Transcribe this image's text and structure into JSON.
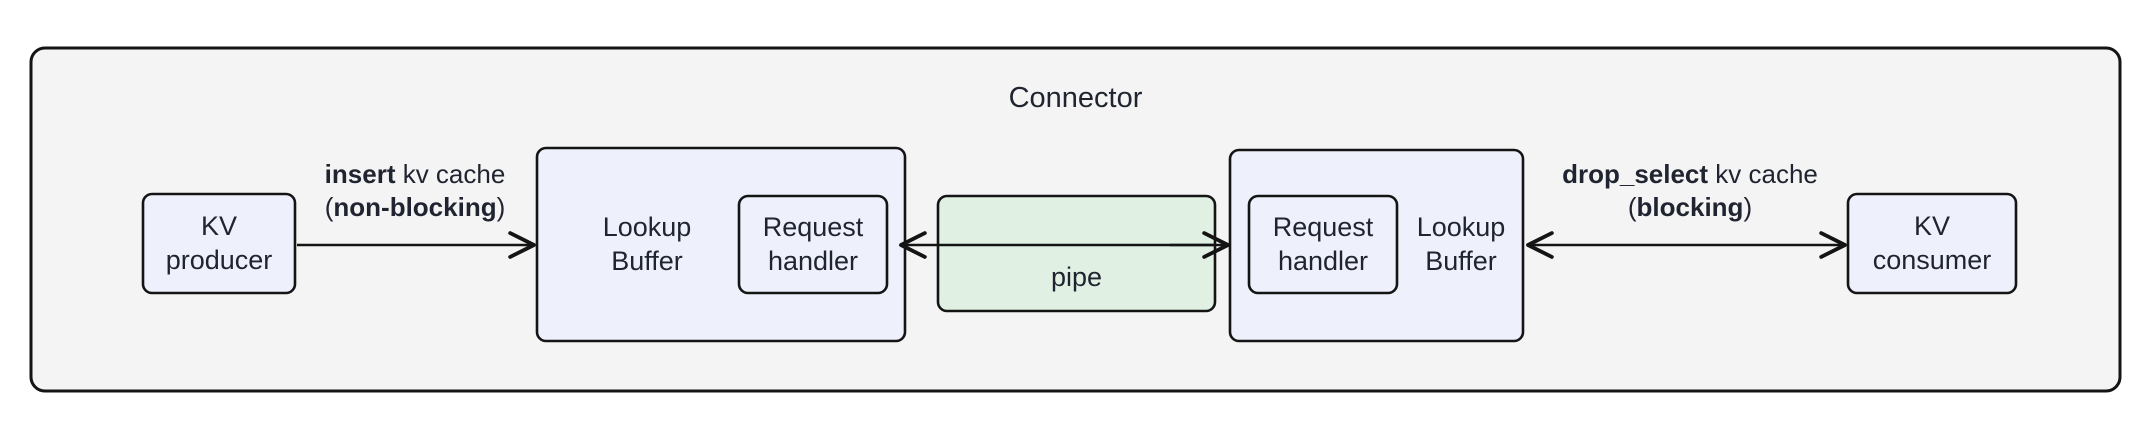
{
  "diagram": {
    "title": "Connector",
    "background": "#ffffff",
    "container_fill": "#f4f4f4",
    "stroke": "#141414",
    "node_fill_blue": "#eef1fc",
    "node_fill_green": "#e0f0e3",
    "text_color": "#1f2430",
    "nodes": [
      {
        "id": "kv-producer",
        "lines": [
          "KV",
          "producer"
        ],
        "fill": "#eef1fc"
      },
      {
        "id": "lookup-buffer-left",
        "lines": [
          "Lookup",
          "Buffer"
        ],
        "fill": "#eef1fc"
      },
      {
        "id": "request-handler-left",
        "lines": [
          "Request",
          "handler"
        ],
        "fill": "#eef1fc"
      },
      {
        "id": "pipe",
        "lines": [
          "pipe"
        ],
        "fill": "#e0f0e3"
      },
      {
        "id": "request-handler-right",
        "lines": [
          "Request",
          "handler"
        ],
        "fill": "#eef1fc"
      },
      {
        "id": "lookup-buffer-right",
        "lines": [
          "Lookup",
          "Buffer"
        ],
        "fill": "#eef1fc"
      },
      {
        "id": "kv-consumer",
        "lines": [
          "KV",
          "consumer"
        ],
        "fill": "#eef1fc"
      }
    ],
    "edges": [
      {
        "id": "insert-edge",
        "from": "kv-producer",
        "to": "lookup-buffer-left",
        "arrow": "forward",
        "label_line1_bold": "insert",
        "label_line1_rest": " kv cache",
        "label_line2_prefix": "(",
        "label_line2_bold": "non-blocking",
        "label_line2_suffix": ")"
      },
      {
        "id": "pipe-to-left-buffer-edge",
        "from": "pipe",
        "to": "lookup-buffer-left",
        "arrow": "backward",
        "label_line1_bold": "",
        "label_line1_rest": "",
        "label_line2_prefix": "",
        "label_line2_bold": "",
        "label_line2_suffix": ""
      },
      {
        "id": "pipe-to-right-buffer-edge",
        "from": "pipe",
        "to": "lookup-buffer-right",
        "arrow": "forward",
        "label_line1_bold": "",
        "label_line1_rest": "",
        "label_line2_prefix": "",
        "label_line2_bold": "",
        "label_line2_suffix": ""
      },
      {
        "id": "drop-select-edge",
        "from": "lookup-buffer-right",
        "to": "kv-consumer",
        "arrow": "both",
        "label_line1_bold": "drop_select",
        "label_line1_rest": " kv cache",
        "label_line2_prefix": "(",
        "label_line2_bold": "blocking",
        "label_line2_suffix": ")"
      }
    ],
    "labels": {
      "kv_producer_l1": "KV",
      "kv_producer_l2": "producer",
      "lookup_buffer_left_l1": "Lookup",
      "lookup_buffer_left_l2": "Buffer",
      "request_handler_left_l1": "Request",
      "request_handler_left_l2": "handler",
      "pipe": "pipe",
      "request_handler_right_l1": "Request",
      "request_handler_right_l2": "handler",
      "lookup_buffer_right_l1": "Lookup",
      "lookup_buffer_right_l2": "Buffer",
      "kv_consumer_l1": "KV",
      "kv_consumer_l2": "consumer",
      "insert_bold": "insert",
      "insert_rest": " kv cache",
      "insert_open_paren": "(",
      "insert_mode_bold": "non-blocking",
      "insert_close_paren": ")",
      "drop_select_bold": "drop_select",
      "drop_select_rest": " kv cache",
      "drop_select_open_paren": "(",
      "drop_select_mode_bold": "blocking",
      "drop_select_close_paren": ")"
    }
  }
}
